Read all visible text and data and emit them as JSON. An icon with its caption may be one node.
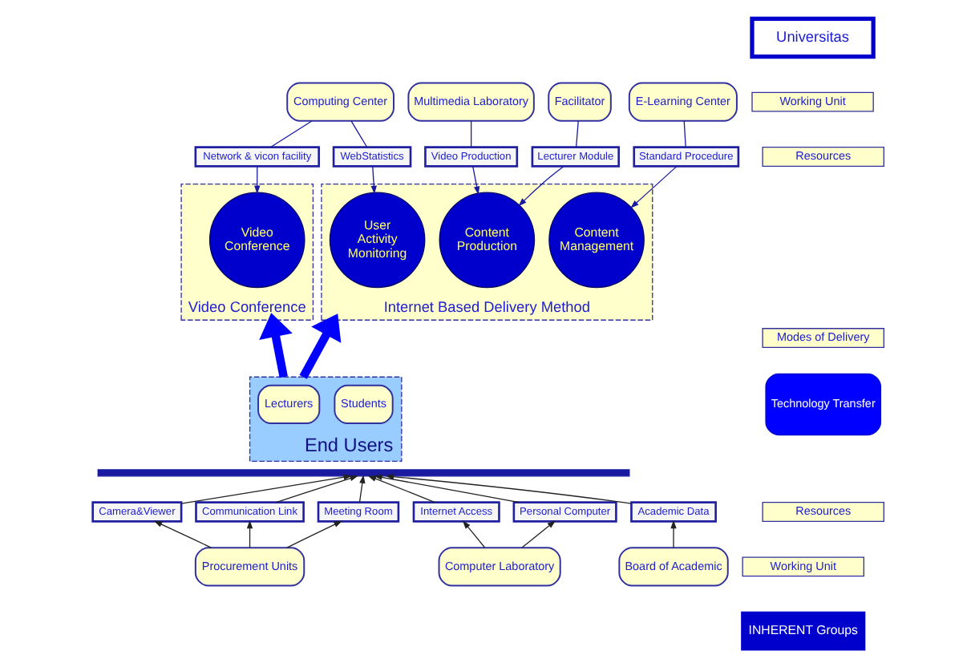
{
  "diagram": {
    "nodes": [
      {
        "text": [
          "Computing Center"
        ]
      },
      {
        "text": [
          "Multimedia Laboratory"
        ]
      },
      {
        "text": [
          "Facilitator"
        ]
      },
      {
        "text": [
          "E-Learning Center"
        ]
      },
      {
        "text": [
          "WebStatistics"
        ]
      },
      {
        "text": [
          "Video Production"
        ]
      },
      {
        "text": [
          "Standard Procedure"
        ]
      },
      {
        "text": [
          "Network & vicon facility"
        ]
      },
      {
        "text": [
          "Lecturer Module"
        ]
      },
      {
        "text": [
          "Video Conference"
        ]
      },
      {
        "text": [
          "Video Conference"
        ],
        "in": 9
      },
      {
        "text": [
          "Internet Based Delivery Method"
        ]
      },
      {
        "text": [
          "User Activity Monitoring"
        ],
        "in": 11
      },
      {
        "text": [
          "Content Production"
        ],
        "in": 11
      },
      {
        "text": [
          "Content Management"
        ],
        "in": 11
      },
      {
        "text": [
          "End Users"
        ]
      },
      {
        "text": [
          "Lecturers"
        ],
        "in": 15
      },
      {
        "text": [
          "Students"
        ],
        "in": 15
      },
      {
        "text": [],
        "shape": "bar"
      },
      {
        "text": [
          "Camera&Viewer"
        ]
      },
      {
        "text": [
          "Communication Link"
        ]
      },
      {
        "text": [
          "Internet Access"
        ]
      },
      {
        "text": [
          "Meeting Room"
        ]
      },
      {
        "text": [
          "Personal Computer"
        ]
      },
      {
        "text": [
          "Academic Data"
        ]
      },
      {
        "text": [
          "Procurement Units"
        ]
      },
      {
        "text": [
          "Computer Laboratory"
        ]
      },
      {
        "text": [
          "Board of Academic"
        ]
      },
      {
        "text": [
          "Universitas"
        ]
      },
      {
        "text": [
          "Working Unit"
        ]
      },
      {
        "text": [
          "Resources"
        ]
      },
      {
        "text": [
          "Modes of Delivery"
        ]
      },
      {
        "text": [
          "Technology Transfer"
        ]
      },
      {
        "text": [
          "Resources"
        ]
      },
      {
        "text": [
          "Working Unit"
        ]
      },
      {
        "text": [
          "INHERENT Groups"
        ]
      }
    ],
    "edges": [
      {
        "from": 0,
        "to": 4,
        "arrow": "none",
        "color": "#1a1aa0"
      },
      {
        "from": 0,
        "to": 7,
        "arrow": "none",
        "color": "#1a1aa0"
      },
      {
        "from": 1,
        "to": 5,
        "arrow": "none",
        "color": "#1a1aa0"
      },
      {
        "from": 2,
        "to": 8,
        "arrow": "none",
        "color": "#1a1aa0"
      },
      {
        "from": 3,
        "to": 6,
        "arrow": "none",
        "color": "#1a1aa0"
      },
      {
        "from": 7,
        "to": 10,
        "arrow": "to",
        "color": "#1a1aa0"
      },
      {
        "from": 4,
        "to": 12,
        "arrow": "to",
        "color": "#1a1aa0"
      },
      {
        "from": 5,
        "to": 13,
        "arrow": "to",
        "color": "#1a1aa0"
      },
      {
        "from": 8,
        "to": 13,
        "arrow": "to",
        "color": "#1a1aa0"
      },
      {
        "from": 6,
        "to": 14,
        "arrow": "to",
        "color": "#1a1aa0"
      },
      {
        "from": 15,
        "to": 9,
        "arrow": "to",
        "style": "thick",
        "color": "#0000ff"
      },
      {
        "from": 15,
        "to": 11,
        "arrow": "to",
        "style": "thick",
        "color": "#0000ff"
      },
      {
        "from": 19,
        "to": 18,
        "arrow": "to"
      },
      {
        "from": 22,
        "to": 18,
        "arrow": "to"
      },
      {
        "from": 20,
        "to": 18,
        "arrow": "to"
      },
      {
        "from": 23,
        "to": 18,
        "arrow": "to"
      },
      {
        "from": 21,
        "to": 18,
        "arrow": "to"
      },
      {
        "from": 24,
        "to": 18,
        "arrow": "to"
      },
      {
        "from": 25,
        "to": 19,
        "arrow": "to"
      },
      {
        "from": 25,
        "to": 22,
        "arrow": "to"
      },
      {
        "from": 25,
        "to": 20,
        "arrow": "to"
      },
      {
        "from": 26,
        "to": 23,
        "arrow": "to"
      },
      {
        "from": 26,
        "to": 21,
        "arrow": "to"
      },
      {
        "from": 27,
        "to": 24,
        "arrow": "to"
      }
    ]
  }
}
